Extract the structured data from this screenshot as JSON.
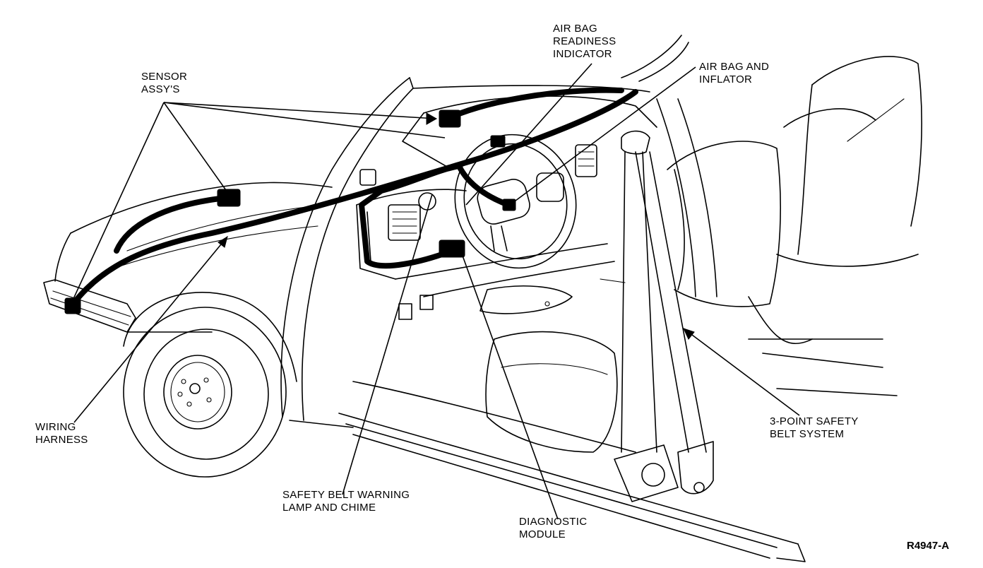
{
  "labels": {
    "sensor_assys": [
      "SENSOR",
      "ASSY'S"
    ],
    "air_bag_readiness_indicator": [
      "AIR BAG",
      "READINESS",
      "INDICATOR"
    ],
    "air_bag_and_inflator": [
      "AIR BAG AND",
      "INFLATOR"
    ],
    "wiring_harness": [
      "WIRING",
      "HARNESS"
    ],
    "safety_belt_warning": [
      "SAFETY BELT WARNING",
      "LAMP AND CHIME"
    ],
    "diagnostic_module": [
      "DIAGNOSTIC",
      "MODULE"
    ],
    "three_point_belt": [
      "3-POINT SAFETY",
      "BELT SYSTEM"
    ]
  },
  "figure_id": "R4947-A",
  "colors": {
    "ink": "#000000",
    "paper": "#ffffff"
  }
}
